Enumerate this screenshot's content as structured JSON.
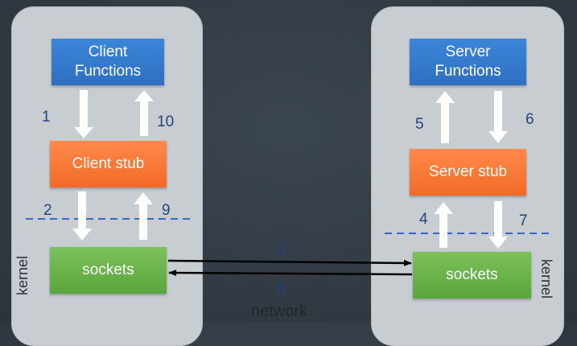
{
  "client": {
    "functions_label": "Client\nFunctions",
    "stub_label": "Client stub",
    "sockets_label": "sockets",
    "kernel_label": "kernel",
    "steps": {
      "s1": "1",
      "s10": "10",
      "s2": "2",
      "s9": "9"
    }
  },
  "server": {
    "functions_label": "Server\nFunctions",
    "stub_label": "Server stub",
    "sockets_label": "sockets",
    "kernel_label": "kernel",
    "steps": {
      "s5": "5",
      "s6": "6",
      "s4": "4",
      "s7": "7"
    }
  },
  "network": {
    "label": "network",
    "step_send": "3",
    "step_return": "8"
  },
  "colors": {
    "background": "#333c45",
    "panel": "#c8cdd2",
    "functions_box": "#3478cd",
    "stub_box": "#f57a35",
    "sockets_box": "#6ab54a",
    "step_number": "#24437e",
    "kernel_boundary": "#3a66c4"
  }
}
